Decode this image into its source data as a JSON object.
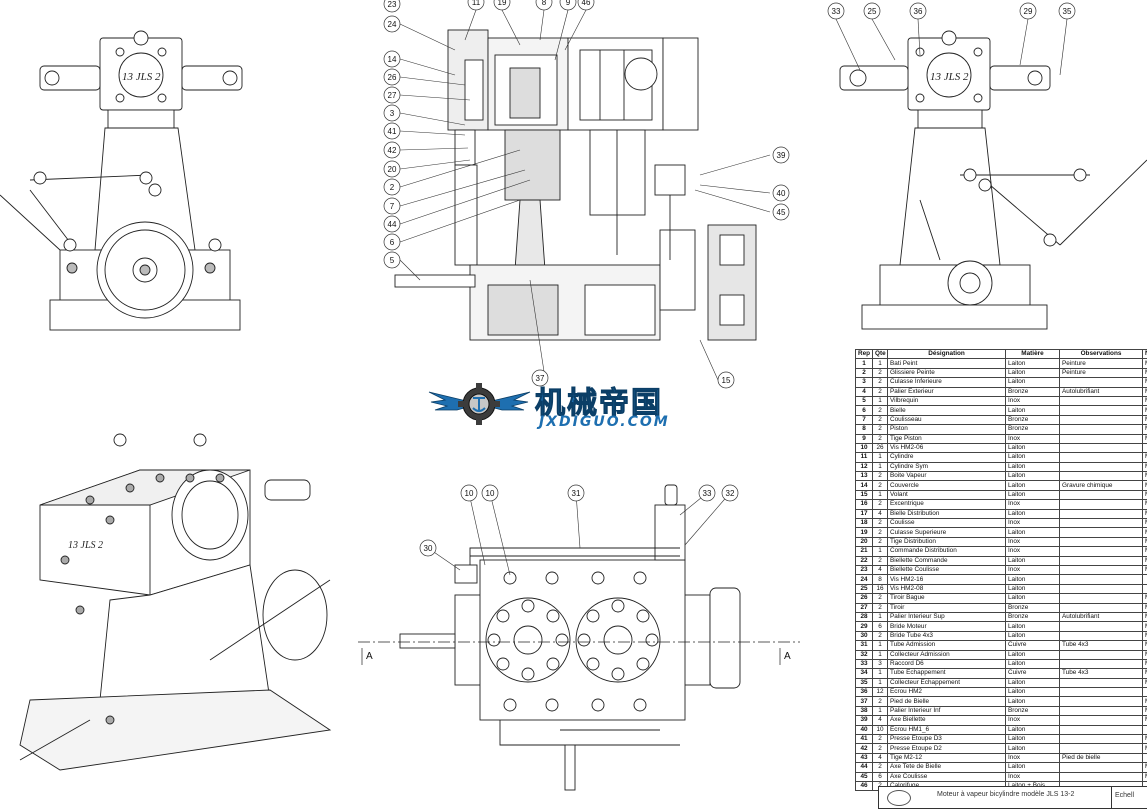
{
  "labels": {
    "front_top": [
      "11",
      "19",
      "8",
      "9",
      "46"
    ],
    "front_left": [
      "23",
      "24",
      "14",
      "26",
      "27",
      "3",
      "41",
      "42",
      "20",
      "2",
      "7",
      "44",
      "6",
      "5"
    ],
    "front_right": [
      "39",
      "40",
      "45"
    ],
    "front_bottom": [
      "37",
      "15"
    ],
    "right_top": [
      "33",
      "25",
      "36",
      "29",
      "35"
    ],
    "plan_top": [
      "10",
      "10",
      "31",
      "33",
      "32"
    ],
    "plan_left": [
      "30"
    ],
    "section_mark": "A"
  },
  "engraving": "13 JLS 2",
  "bom": {
    "headers": [
      "Rep",
      "Qte",
      "Désignation",
      "Matière",
      "Observations",
      "N"
    ],
    "rows": [
      [
        "1",
        "1",
        "Bati Peint",
        "Laiton",
        "Peinture",
        "M"
      ],
      [
        "2",
        "2",
        "Glissiere Peinte",
        "Laiton",
        "Peinture",
        "M"
      ],
      [
        "3",
        "2",
        "Culasse Inferieure",
        "Laiton",
        "",
        "M"
      ],
      [
        "4",
        "2",
        "Palier Exterieur",
        "Bronze",
        "Autolubrifiant",
        "M"
      ],
      [
        "5",
        "1",
        "Vilbrequin",
        "Inox",
        "",
        "M"
      ],
      [
        "6",
        "2",
        "Bielle",
        "Laiton",
        "",
        "M"
      ],
      [
        "7",
        "2",
        "Coulisseau",
        "Bronze",
        "",
        "M"
      ],
      [
        "8",
        "2",
        "Piston",
        "Bronze",
        "",
        "M"
      ],
      [
        "9",
        "2",
        "Tige Piston",
        "Inox",
        "",
        "M"
      ],
      [
        "10",
        "26",
        "Vis HM2-06",
        "Laiton",
        "",
        ""
      ],
      [
        "11",
        "1",
        "Cylindre",
        "Laiton",
        "",
        "M"
      ],
      [
        "12",
        "1",
        "Cylindre Sym",
        "Laiton",
        "",
        "M"
      ],
      [
        "13",
        "2",
        "Boite Vapeur",
        "Laiton",
        "",
        "M"
      ],
      [
        "14",
        "2",
        "Couvercle",
        "Laiton",
        "Gravure chimique",
        "M"
      ],
      [
        "15",
        "1",
        "Volant",
        "Laiton",
        "",
        "M"
      ],
      [
        "16",
        "2",
        "Excentrique",
        "Inox",
        "",
        "M"
      ],
      [
        "17",
        "4",
        "Bielle Distribution",
        "Laiton",
        "",
        "M"
      ],
      [
        "18",
        "2",
        "Coulisse",
        "Inox",
        "",
        "M"
      ],
      [
        "19",
        "2",
        "Culasse Superieure",
        "Laiton",
        "",
        "M"
      ],
      [
        "20",
        "2",
        "Tige Distribution",
        "Inox",
        "",
        "M"
      ],
      [
        "21",
        "1",
        "Commande Distribution",
        "Inox",
        "",
        "M"
      ],
      [
        "22",
        "2",
        "Biellette Commande",
        "Laiton",
        "",
        "M"
      ],
      [
        "23",
        "4",
        "Biellette Coulisse",
        "Inox",
        "",
        "M"
      ],
      [
        "24",
        "8",
        "Vis HM2-16",
        "Laiton",
        "",
        ""
      ],
      [
        "25",
        "16",
        "Vis HM2-08",
        "Laiton",
        "",
        ""
      ],
      [
        "26",
        "2",
        "Tiroir Bague",
        "Laiton",
        "",
        "M"
      ],
      [
        "27",
        "2",
        "Tiroir",
        "Bronze",
        "",
        "M"
      ],
      [
        "28",
        "1",
        "Palier Interieur Sup",
        "Bronze",
        "Autolubrifiant",
        "M"
      ],
      [
        "29",
        "6",
        "Bride Moteur",
        "Laiton",
        "",
        "M"
      ],
      [
        "30",
        "2",
        "Bride Tube 4x3",
        "Laiton",
        "",
        "M"
      ],
      [
        "31",
        "1",
        "Tube Admission",
        "Cuivre",
        "Tube 4x3",
        "M"
      ],
      [
        "32",
        "1",
        "Collecteur Admission",
        "Laiton",
        "",
        "M"
      ],
      [
        "33",
        "3",
        "Raccord D6",
        "Laiton",
        "",
        "M"
      ],
      [
        "34",
        "1",
        "Tube Echappement",
        "Cuivre",
        "Tube 4x3",
        "M"
      ],
      [
        "35",
        "1",
        "Collecteur Echappement",
        "Laiton",
        "",
        "M"
      ],
      [
        "36",
        "12",
        "Ecrou HM2",
        "Laiton",
        "",
        ""
      ],
      [
        "37",
        "2",
        "Pied de Bielle",
        "Laiton",
        "",
        "M"
      ],
      [
        "38",
        "1",
        "Palier Interieur Inf",
        "Bronze",
        "",
        "M"
      ],
      [
        "39",
        "4",
        "Axe Biellette",
        "Inox",
        "",
        "M"
      ],
      [
        "40",
        "10",
        "Ecrou HM1_6",
        "Laiton",
        "",
        ""
      ],
      [
        "41",
        "2",
        "Presse Etoupe D3",
        "Laiton",
        "",
        "M"
      ],
      [
        "42",
        "2",
        "Presse Etoupe D2",
        "Laiton",
        "",
        "M"
      ],
      [
        "43",
        "4",
        "Tige M2-12",
        "Inox",
        "Pied de bielle",
        ""
      ],
      [
        "44",
        "2",
        "Axe Tete de Bielle",
        "Laiton",
        "",
        "M"
      ],
      [
        "45",
        "6",
        "Axe Coulisse",
        "Inox",
        "",
        "M"
      ],
      [
        "46",
        "2",
        "Calorifuge",
        "Laiton + Bois",
        "",
        ""
      ]
    ]
  },
  "title_block": {
    "title": "Moteur à vapeur bicylindre modèle JLS 13-2",
    "scale_label": "Echell"
  },
  "watermark": {
    "cn": "机械帝国",
    "en": "JXDIGUO.COM"
  }
}
